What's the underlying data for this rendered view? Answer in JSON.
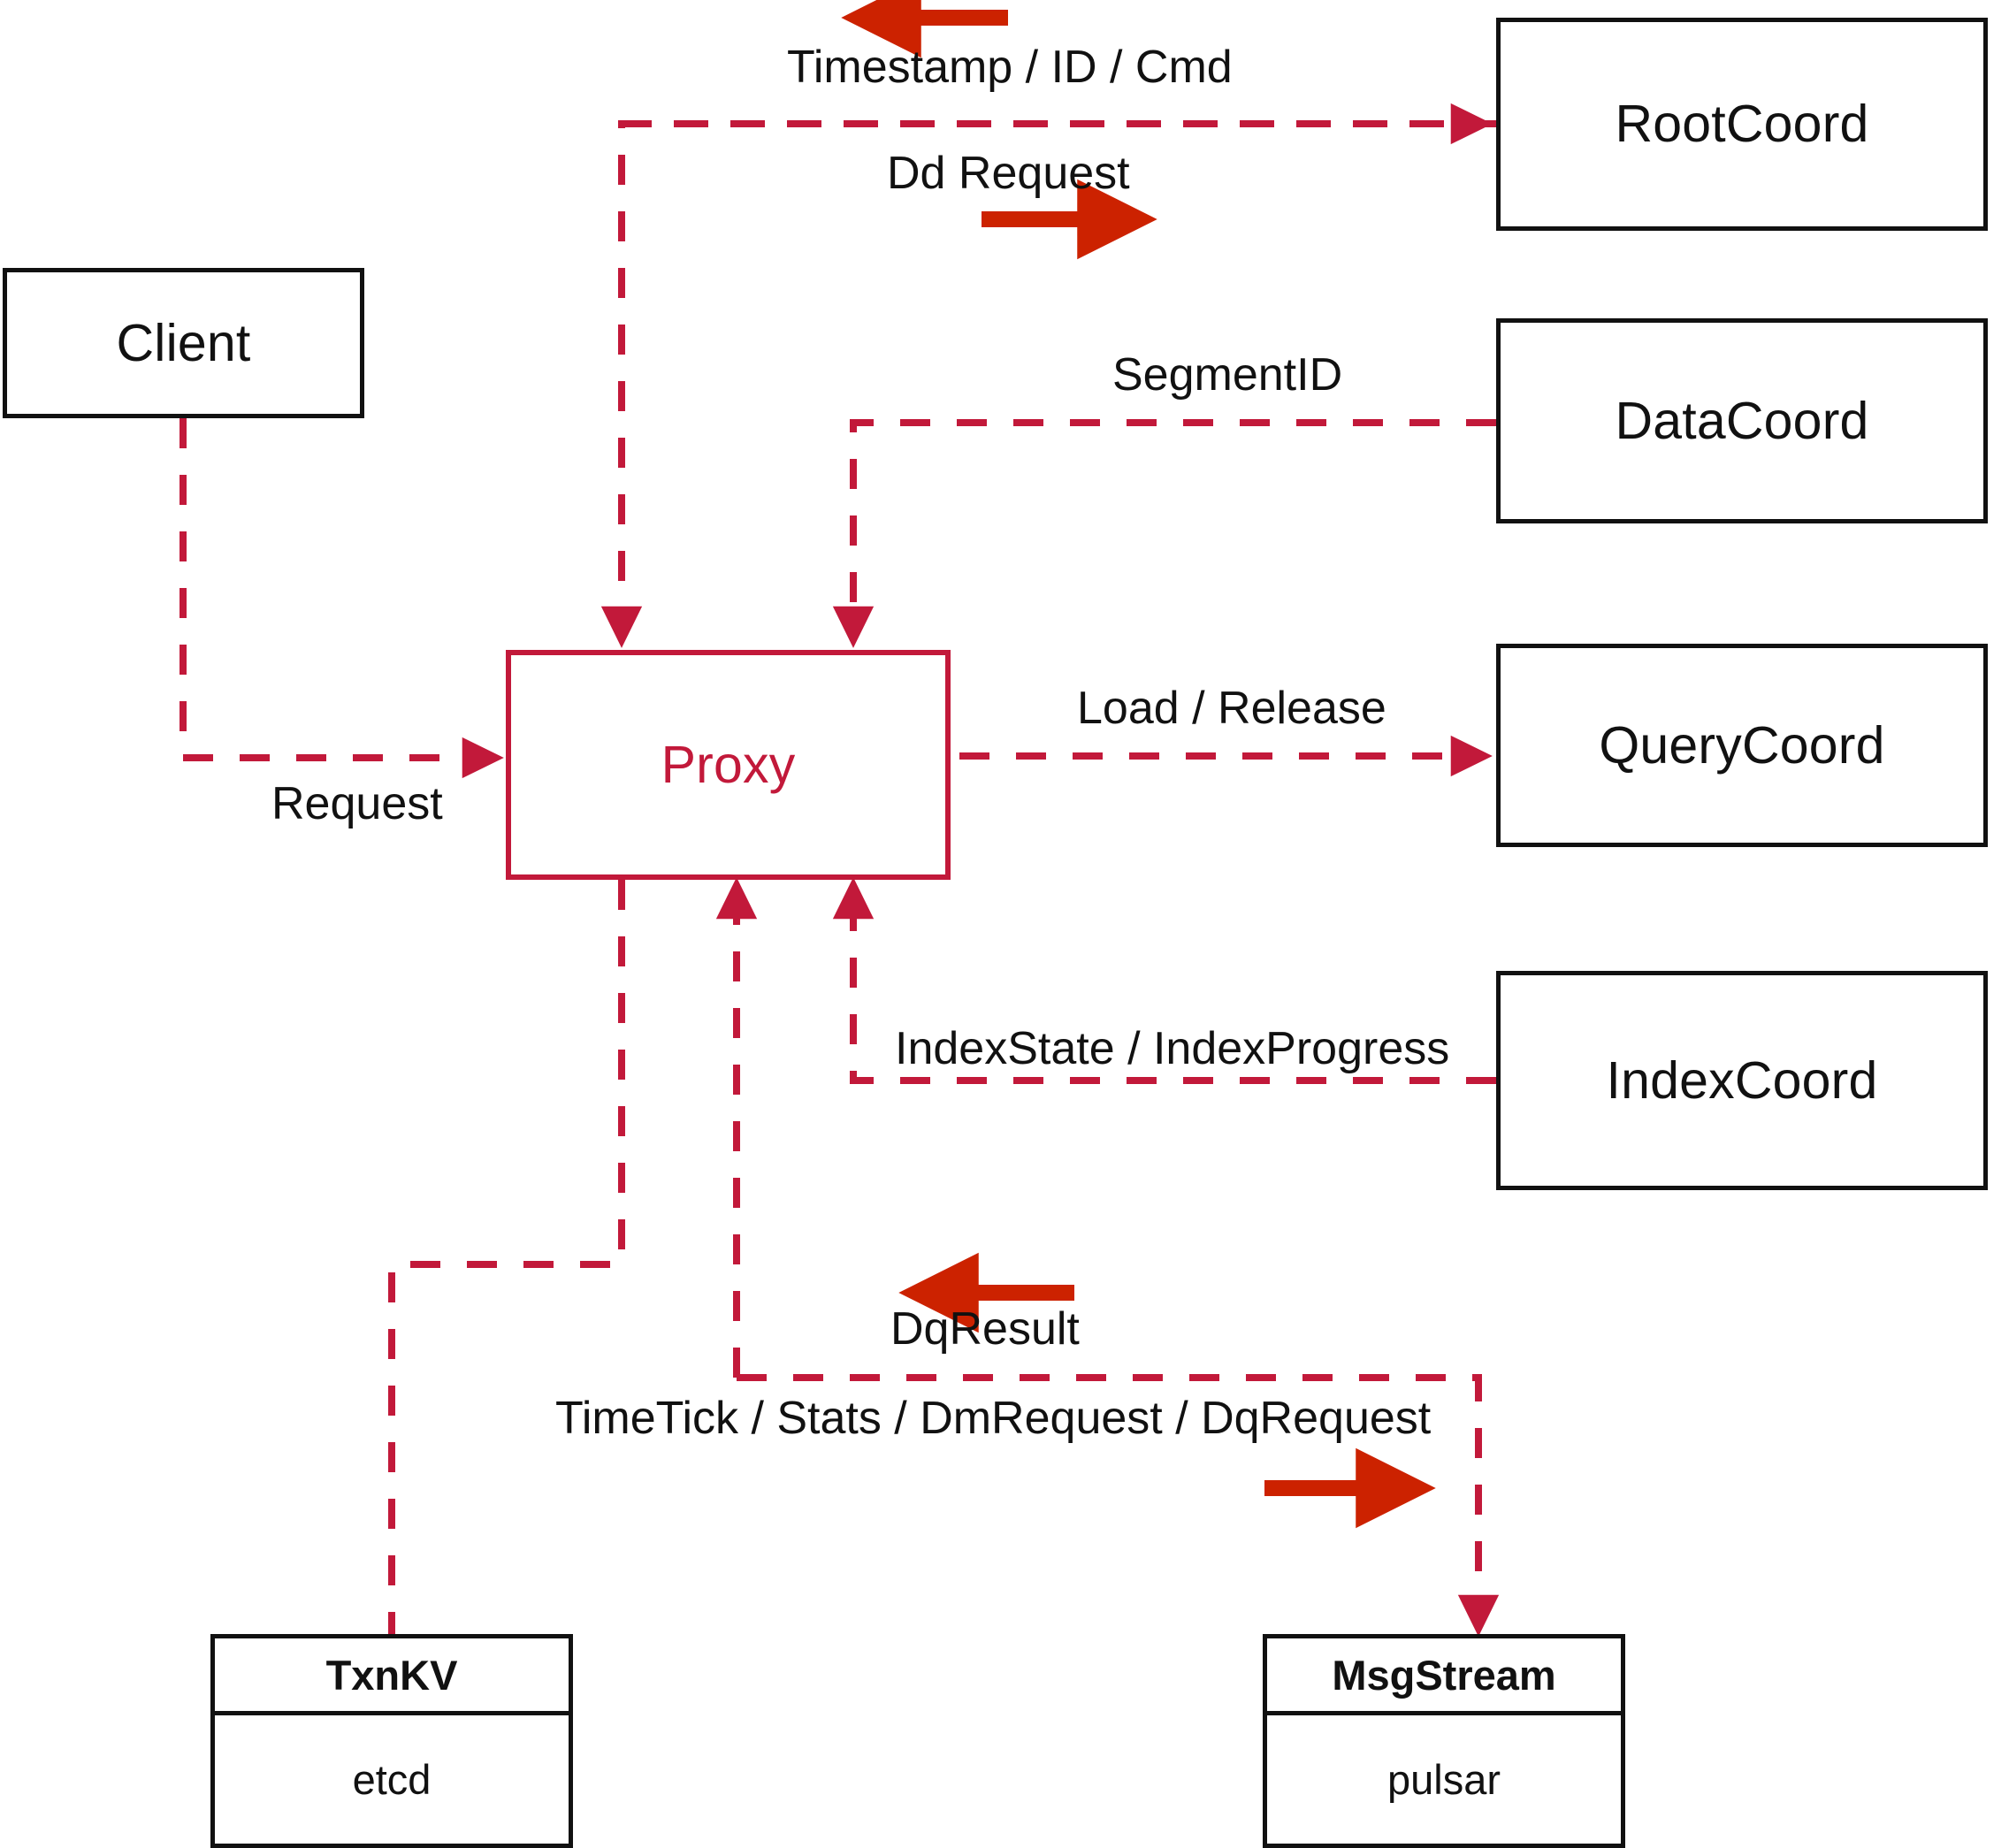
{
  "diagram": {
    "title": "Milvus Proxy interaction diagram",
    "colors": {
      "link": "#C2193A",
      "arrow_accent": "#CC2200",
      "node_border": "#111111",
      "proxy_border": "#C2193A",
      "background": "#FFFFFF"
    }
  },
  "nodes": {
    "client": {
      "label": "Client"
    },
    "proxy": {
      "label": "Proxy"
    },
    "root_coord": {
      "label": "RootCoord"
    },
    "data_coord": {
      "label": "DataCoord"
    },
    "query_coord": {
      "label": "QueryCoord"
    },
    "index_coord": {
      "label": "IndexCoord"
    },
    "txnkv": {
      "header": "TxnKV",
      "body": "etcd"
    },
    "msgstream": {
      "header": "MsgStream",
      "body": "pulsar"
    }
  },
  "edges": [
    {
      "id": "client-proxy",
      "label": "Request",
      "from": "client",
      "to": "proxy",
      "direction": "right"
    },
    {
      "id": "rootcoord-proxy",
      "label": "Timestamp / ID / Cmd",
      "from": "root_coord",
      "to": "proxy",
      "direction": "left"
    },
    {
      "id": "proxy-rootcoord",
      "label": "Dd Request",
      "from": "proxy",
      "to": "root_coord",
      "direction": "right"
    },
    {
      "id": "datacoord-proxy",
      "label": "SegmentID",
      "from": "data_coord",
      "to": "proxy",
      "direction": "left"
    },
    {
      "id": "proxy-querycoord",
      "label": "Load / Release",
      "from": "proxy",
      "to": "query_coord",
      "direction": "right"
    },
    {
      "id": "indexcoord-proxy",
      "label": "IndexState / IndexProgress",
      "from": "index_coord",
      "to": "proxy",
      "direction": "left"
    },
    {
      "id": "msgstream-proxy",
      "label": "DqResult",
      "from": "msgstream",
      "to": "proxy",
      "direction": "left"
    },
    {
      "id": "proxy-msgstream",
      "label": "TimeTick / Stats / DmRequest / DqRequest",
      "from": "proxy",
      "to": "msgstream",
      "direction": "right"
    },
    {
      "id": "proxy-txnkv",
      "label": "",
      "from": "proxy",
      "to": "txnkv",
      "direction": "none"
    }
  ]
}
